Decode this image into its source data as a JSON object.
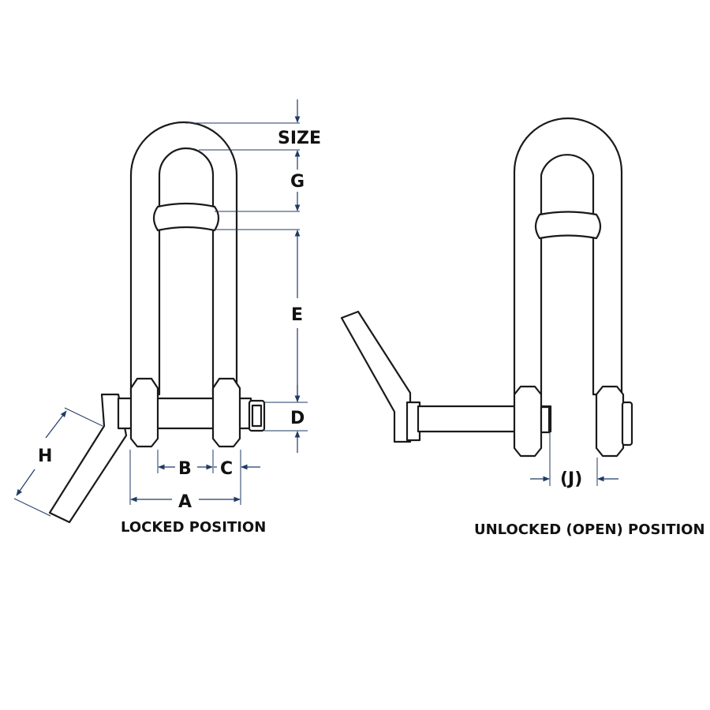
{
  "colors": {
    "outline": "#1a1a1a",
    "dimension_lines": "#1f3a66",
    "text": "#111111",
    "background": "#ffffff"
  },
  "dimension_labels": {
    "size": "SIZE",
    "g": "G",
    "e": "E",
    "d": "D",
    "b": "B",
    "c": "C",
    "a": "A",
    "h": "H",
    "j": "(J)"
  },
  "captions": {
    "locked": "LOCKED POSITION",
    "unlocked": "UNLOCKED (OPEN) POSITION"
  }
}
